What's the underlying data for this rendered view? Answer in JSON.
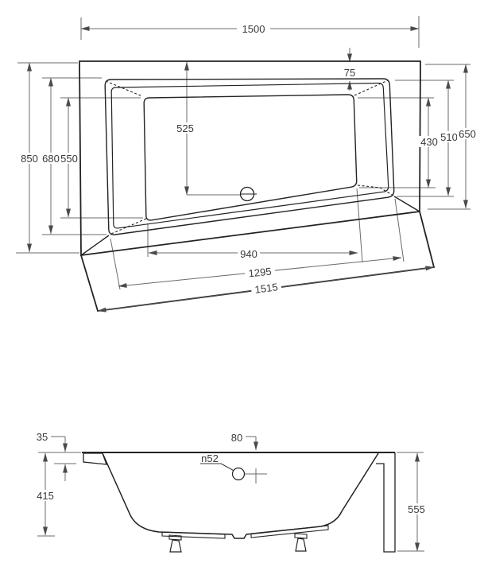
{
  "drawing": {
    "type": "bathtub technical drawing, top view and side elevation",
    "colors": {
      "background": "#ffffff",
      "object_line": "#232323",
      "dimension_line": "#6b6b6b",
      "label_text": "#3a3a3a"
    },
    "top_view": {
      "dims": {
        "overall_length": "1500",
        "rim_width_top": "75",
        "drain_from_back_edge": "525",
        "basin_depth_right": "430",
        "rim_inner_right": "510",
        "overall_right_end": "650",
        "overall_left_end": "850",
        "rim_inner_left": "680",
        "basin_depth_left": "550",
        "basin_bottom_length": "940",
        "rim_bottom_length": "1295",
        "front_edge_length": "1515"
      }
    },
    "side_view": {
      "dims": {
        "rim_thickness": "35",
        "drain_offset": "80",
        "drain_hole": "n52",
        "shell_depth": "415",
        "overall_height": "555"
      }
    }
  }
}
